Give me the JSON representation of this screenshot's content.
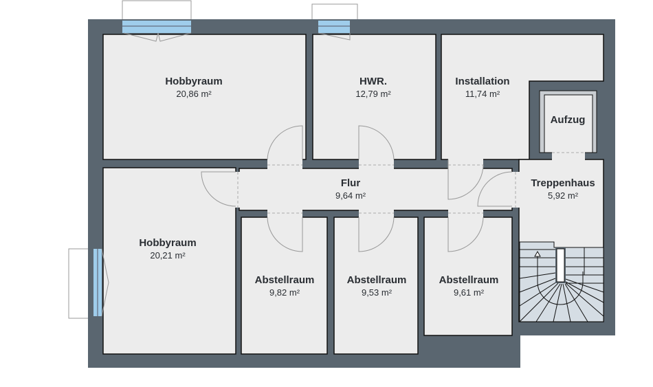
{
  "colors": {
    "wall": "#5a6670",
    "floor": "#ececec",
    "window": "#9fcdeb",
    "stairs": "#d5dde4"
  },
  "rooms": [
    {
      "name": "Hobbyraum",
      "area": "20,86 m²"
    },
    {
      "name": "HWR.",
      "area": "12,79 m²"
    },
    {
      "name": "Installation",
      "area": "11,74 m²"
    },
    {
      "name": "Aufzug"
    },
    {
      "name": "Flur",
      "area": "9,64 m²"
    },
    {
      "name": "Treppenhaus",
      "area": "5,92 m²"
    },
    {
      "name": "Hobbyraum",
      "area": "20,21 m²"
    },
    {
      "name": "Abstellraum",
      "area": "9,82 m²"
    },
    {
      "name": "Abstellraum",
      "area": "9,53 m²"
    },
    {
      "name": "Abstellraum",
      "area": "9,61 m²"
    }
  ]
}
